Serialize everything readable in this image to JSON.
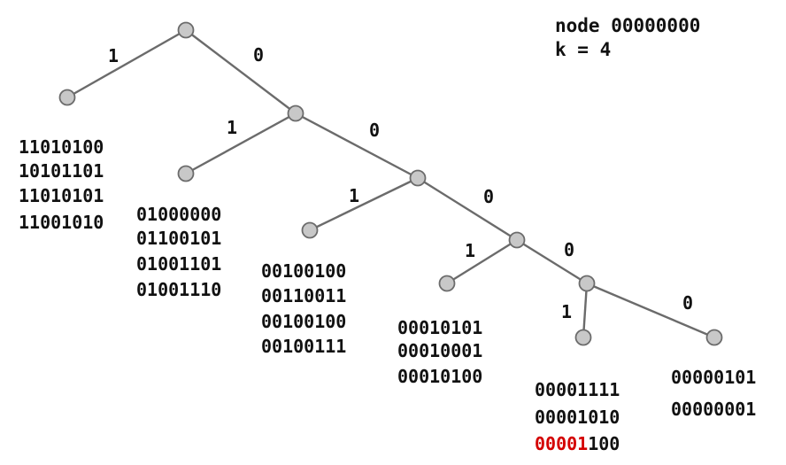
{
  "header": {
    "line1": "node 00000000",
    "line2": "k = 4"
  },
  "colors": {
    "edge": "#6b6b6b",
    "node_fill": "#c8c8c8",
    "text": "#111111",
    "highlight": "#d40000"
  },
  "edge_labels": [
    {
      "text": "1",
      "highlight": false
    },
    {
      "text": "0",
      "highlight": true
    },
    {
      "text": "1",
      "highlight": false
    },
    {
      "text": "0",
      "highlight": true
    },
    {
      "text": "1",
      "highlight": false
    },
    {
      "text": "0",
      "highlight": true
    },
    {
      "text": "1",
      "highlight": false
    },
    {
      "text": "0",
      "highlight": true
    },
    {
      "text": "1",
      "highlight": true
    },
    {
      "text": "0",
      "highlight": false
    }
  ],
  "buckets": [
    {
      "entries": [
        {
          "hi": "",
          "rest": "11010100"
        },
        {
          "hi": "",
          "rest": "10101101"
        },
        {
          "hi": "",
          "rest": "11010101"
        },
        {
          "hi": "",
          "rest": "11001010"
        }
      ]
    },
    {
      "entries": [
        {
          "hi": "",
          "rest": "01000000"
        },
        {
          "hi": "",
          "rest": "01100101"
        },
        {
          "hi": "",
          "rest": "01001101"
        },
        {
          "hi": "",
          "rest": "01001110"
        }
      ]
    },
    {
      "entries": [
        {
          "hi": "",
          "rest": "00100100"
        },
        {
          "hi": "",
          "rest": "00110011"
        },
        {
          "hi": "",
          "rest": "00100100"
        },
        {
          "hi": "",
          "rest": "00100111"
        }
      ]
    },
    {
      "entries": [
        {
          "hi": "",
          "rest": "00010101"
        },
        {
          "hi": "",
          "rest": "00010001"
        },
        {
          "hi": "",
          "rest": "00010100"
        }
      ]
    },
    {
      "entries": [
        {
          "hi": "",
          "rest": "00001111"
        },
        {
          "hi": "",
          "rest": "00001010"
        },
        {
          "hi": "00001",
          "rest": "100"
        }
      ]
    },
    {
      "entries": [
        {
          "hi": "",
          "rest": "00000101"
        },
        {
          "hi": "",
          "rest": "00000001"
        }
      ]
    }
  ]
}
